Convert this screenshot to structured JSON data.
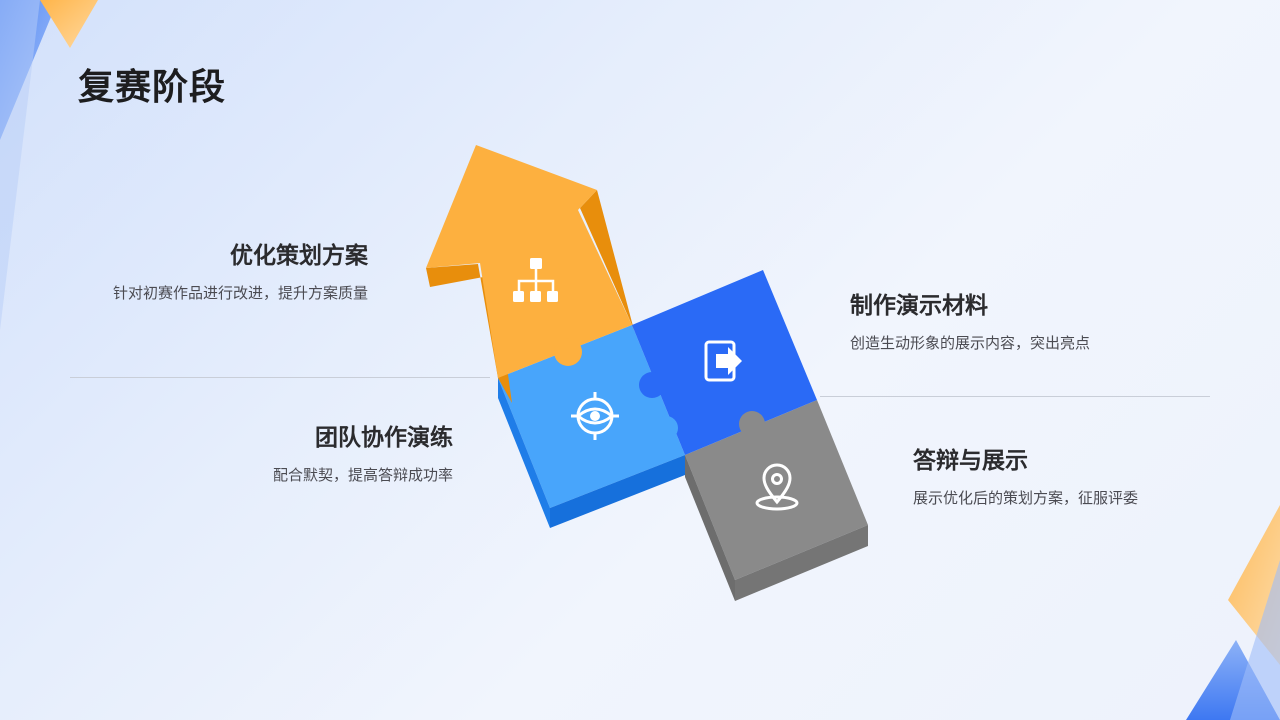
{
  "page": {
    "title": "复赛阶段"
  },
  "steps": [
    {
      "heading": "优化策划方案",
      "description": "针对初赛作品进行改进，提升方案质量",
      "icon": "hierarchy-icon",
      "color": "#fdb03f"
    },
    {
      "heading": "团队协作演练",
      "description": "配合默契，提高答辩成功率",
      "icon": "target-eye-icon",
      "color": "#48a5fb"
    },
    {
      "heading": "制作演示材料",
      "description": "创造生动形象的展示内容，突出亮点",
      "icon": "export-icon",
      "color": "#2a6af6"
    },
    {
      "heading": "答辩与展示",
      "description": "展示优化后的策划方案，征服评委",
      "icon": "location-pin-icon",
      "color": "#8a8a8a"
    }
  ],
  "colors": {
    "accent_orange": "#fdb03f",
    "accent_light_blue": "#48a5fb",
    "accent_blue": "#2a6af6",
    "accent_gray": "#8a8a8a",
    "title_text": "#1d1d1f",
    "body_text": "#4b4b52"
  }
}
